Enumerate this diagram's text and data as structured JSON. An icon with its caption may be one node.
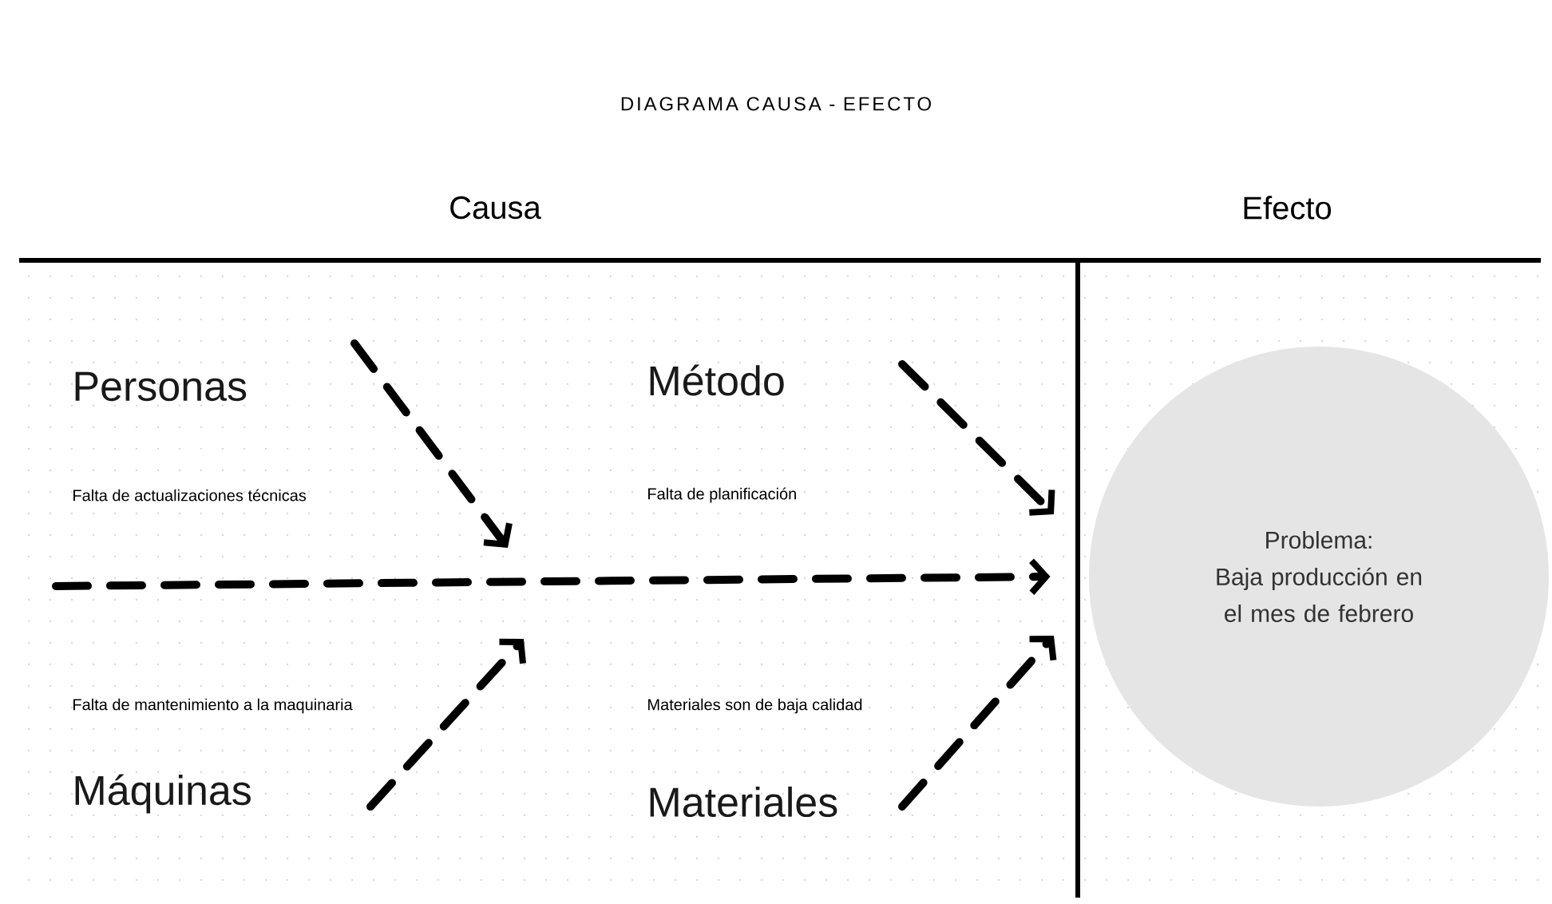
{
  "diagram": {
    "title": "DIAGRAMA CAUSA - EFECTO",
    "nodes": [
      {
        "text": [
          "Personas"
        ]
      },
      {
        "text": [
          "Método"
        ]
      },
      {
        "text": [
          "Máquinas"
        ]
      },
      {
        "text": [
          "Materiales"
        ]
      },
      {
        "text": [
          "Problema:",
          "Baja producción en el mes de febrero"
        ]
      }
    ],
    "edges": [
      {
        "from": null,
        "to": 4,
        "arrow": "to"
      }
    ],
    "labels": [
      "Causa",
      "Efecto",
      "Falta de actualizaciones técnicas",
      "Falta de planificación",
      "Falta de mantenimiento a la maquinaria",
      "Materiales son de baja calidad"
    ]
  }
}
